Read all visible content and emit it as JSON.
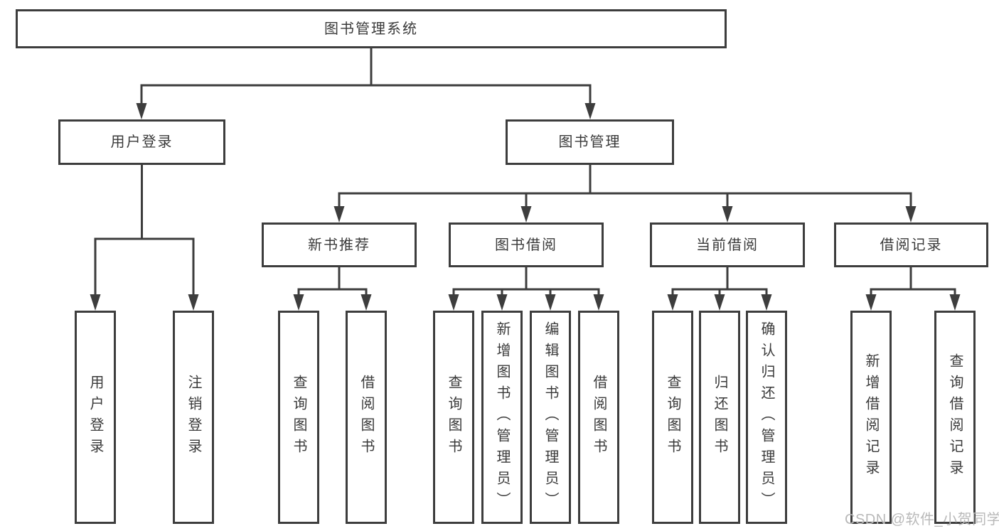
{
  "watermark": "CSDN @软件_小贺同学",
  "colors": {
    "line": "#3d3d3d",
    "text": "#3a3a3a",
    "box_bg": "#ffffff",
    "background": "#ffffff",
    "watermark": "#b9b9b9"
  },
  "tree": {
    "root": {
      "label": "图书管理系统",
      "children": [
        {
          "label": "用户登录",
          "children": [
            {
              "label": "用户登录"
            },
            {
              "label": "注销登录"
            }
          ]
        },
        {
          "label": "图书管理",
          "children": [
            {
              "label": "新书推荐",
              "children": [
                {
                  "label": "查询图书"
                },
                {
                  "label": "借阅图书"
                }
              ]
            },
            {
              "label": "图书借阅",
              "children": [
                {
                  "label": "查询图书"
                },
                {
                  "label": "新增图书（管理员）"
                },
                {
                  "label": "编辑图书（管理员）"
                },
                {
                  "label": "借阅图书"
                }
              ]
            },
            {
              "label": "当前借阅",
              "children": [
                {
                  "label": "查询图书"
                },
                {
                  "label": "归还图书"
                },
                {
                  "label": "确认归还（管理员）"
                }
              ]
            },
            {
              "label": "借阅记录",
              "children": [
                {
                  "label": "新增借阅记录"
                },
                {
                  "label": "查询借阅记录"
                }
              ]
            }
          ]
        }
      ]
    }
  }
}
